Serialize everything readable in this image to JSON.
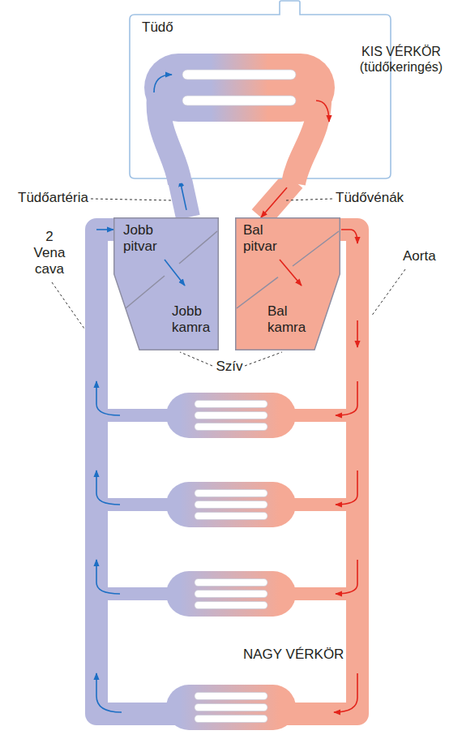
{
  "diagram": {
    "nodes": [
      {
        "text": [
          "Tüdő"
        ]
      },
      {
        "text": [
          "Jobb pitvar",
          "Jobb kamra"
        ]
      },
      {
        "text": [
          "Bal pitvar",
          "Bal kamra"
        ]
      }
    ],
    "edges": [
      {
        "from": 1,
        "to": 0,
        "arrow": "to"
      },
      {
        "from": 0,
        "to": 2,
        "arrow": "to"
      },
      {
        "from": 2,
        "to": 1,
        "arrow": "to"
      }
    ],
    "labels": [
      "KIS VÉRKÖR (tüdőkeringés)",
      "Tüdőartéria",
      "Tüdővénák",
      "2 Vena cava",
      "Aorta",
      "Szív",
      "NAGY VÉRKÖR"
    ]
  }
}
